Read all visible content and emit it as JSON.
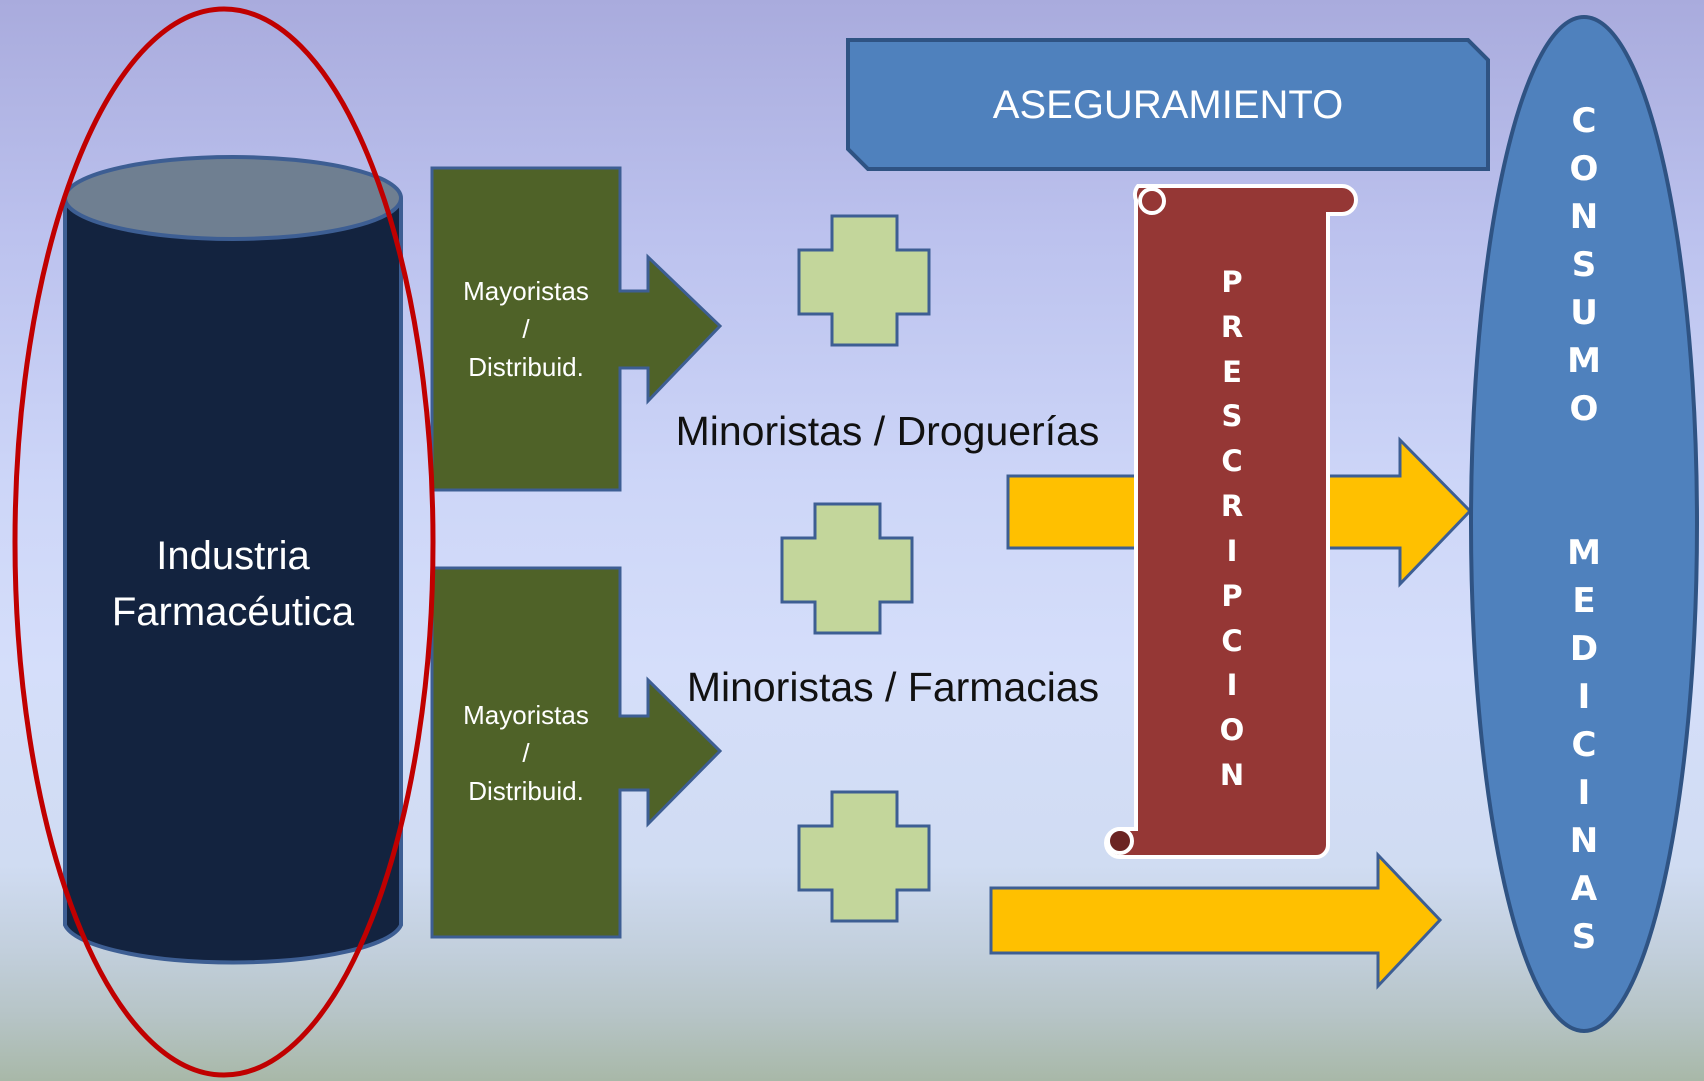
{
  "industry_label_line1": "Industria",
  "industry_label_line2": "Farmacéutica",
  "wholesaler_top": {
    "line1": "Mayoristas",
    "line2": "/",
    "line3": "Distribuid."
  },
  "wholesaler_bottom": {
    "line1": "Mayoristas",
    "line2": "/",
    "line3": "Distribuid."
  },
  "retail_drugstores": "Minoristas / Droguerías",
  "retail_pharmacies": "Minoristas / Farmacias",
  "insurance": "ASEGURAMIENTO",
  "prescription": "PRESCRIPCION",
  "consumption": "CONSUMO  MEDICINAS",
  "colors": {
    "cylinder": "#13233f",
    "wholesaler_arrow": "#4f6228",
    "cross": "#c3d69b",
    "yellow_arrow": "#ffc000",
    "insurance_banner": "#4f81bd",
    "prescription_scroll": "#953735",
    "consumption_ellipse": "#4f81bd",
    "highlight_ring": "#c00000"
  },
  "icons": [
    "plus-cross-icon"
  ]
}
